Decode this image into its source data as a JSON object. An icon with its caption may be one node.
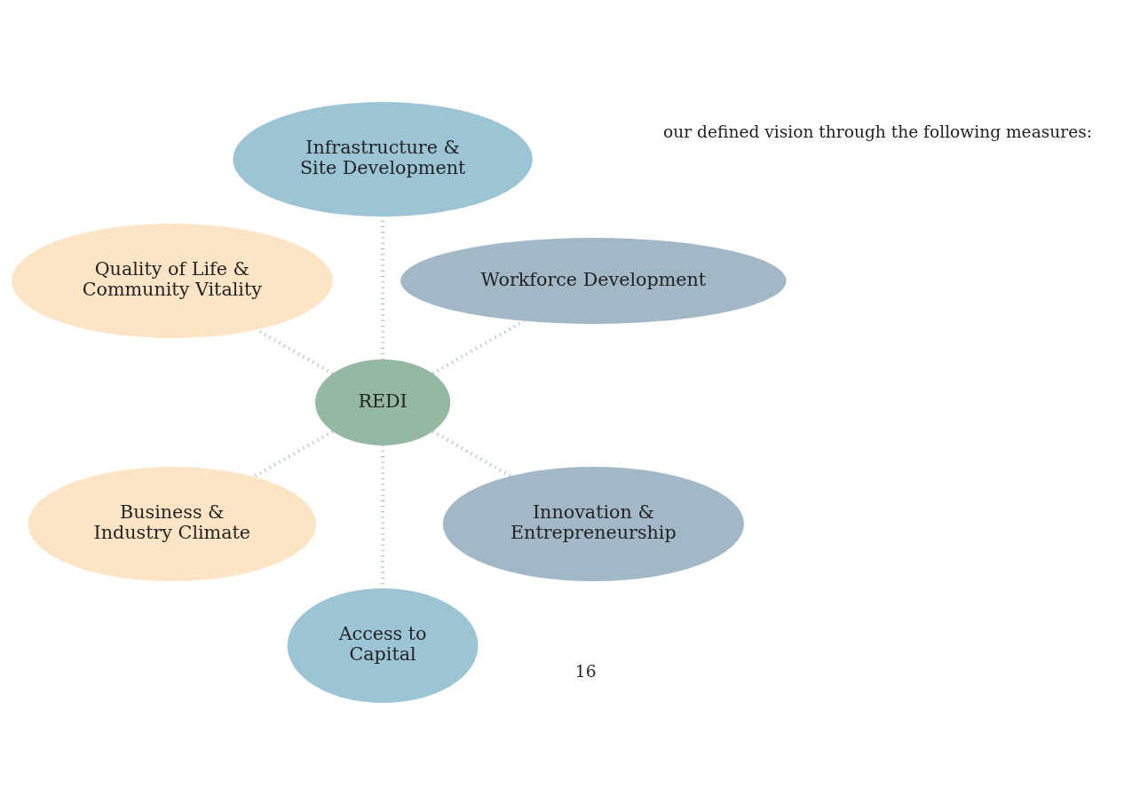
{
  "diagram": {
    "nodes": [
      {
        "text": [
          "Workforce Development"
        ]
      },
      {
        "text": [
          "Infrastructure & Site Development"
        ]
      },
      {
        "text": [
          "Quality of Life & Community Vitality"
        ]
      },
      {
        "text": [
          "REDI"
        ]
      },
      {
        "text": [
          "Business & Industry Climate"
        ]
      },
      {
        "text": [
          "Access to Capital"
        ]
      },
      {
        "text": [
          "Innovation & Entrepreneurship"
        ]
      }
    ],
    "edges": [
      {
        "from": 3,
        "to": 0,
        "arrow": "none",
        "style": "dashed"
      },
      {
        "from": 3,
        "to": 1,
        "arrow": "none",
        "style": "dashed"
      },
      {
        "from": 3,
        "to": 2,
        "arrow": "none",
        "style": "dashed"
      },
      {
        "from": 3,
        "to": 4,
        "arrow": "none",
        "style": "dashed"
      },
      {
        "from": 3,
        "to": 5,
        "arrow": "none",
        "style": "dashed"
      },
      {
        "from": 3,
        "to": 6,
        "arrow": "none",
        "style": "dashed"
      }
    ],
    "labels": [
      "our defined vision through the following measures:",
      "16"
    ]
  }
}
